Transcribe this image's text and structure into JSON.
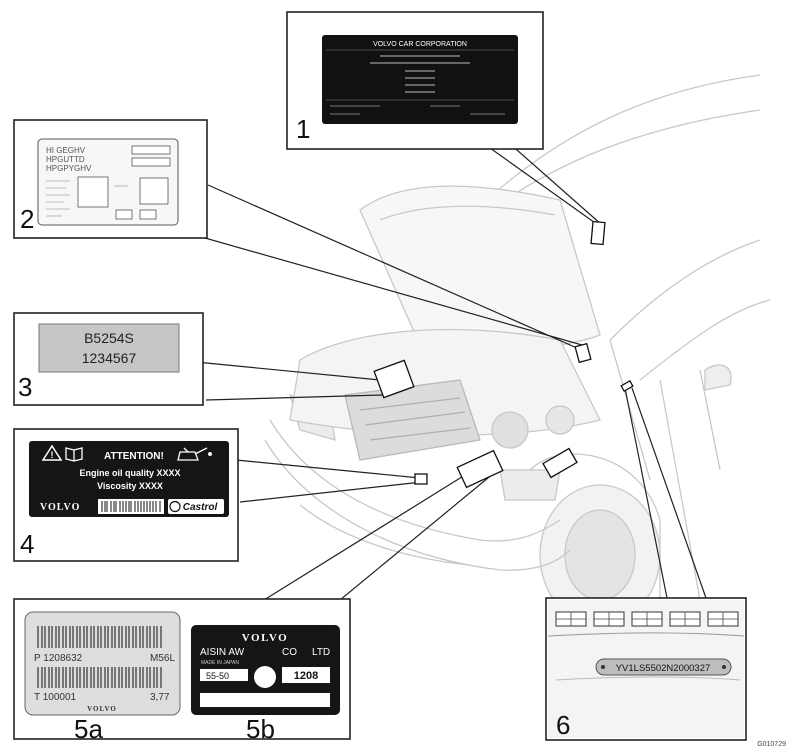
{
  "figure_code": "G010729",
  "callouts": [
    {
      "id": "1",
      "label": "1"
    },
    {
      "id": "2",
      "label": "2"
    },
    {
      "id": "3",
      "label": "3"
    },
    {
      "id": "4",
      "label": "4"
    },
    {
      "id": "5a",
      "label": "5a"
    },
    {
      "id": "5b",
      "label": "5b"
    },
    {
      "id": "6",
      "label": "6"
    }
  ],
  "decal1": {
    "company": "VOLVO CAR CORPORATION"
  },
  "decal2": {
    "lines": [
      "HI GEGHV",
      "HPGUTTD",
      "HPGPYGHV"
    ]
  },
  "decal3": {
    "engine_type": "B5254S",
    "serial": "1234567"
  },
  "decal4": {
    "attention": "ATTENTION!",
    "oil_quality": "Engine oil quality XXXX",
    "viscosity": "Viscosity XXXX",
    "brand": "VOLVO",
    "oil_brand": "Castrol"
  },
  "decal5a": {
    "part_no": "P 1208632",
    "model": "M56L",
    "serial": "T 100001",
    "ratio": "3,77",
    "brand": "VOLVO"
  },
  "decal5b": {
    "brand": "VOLVO",
    "maker_1": "AISIN AW",
    "maker_2": "CO",
    "maker_3": "LTD",
    "made_in": "MADE IN JAPAN",
    "code_left": "55-50",
    "code_right": "1208"
  },
  "decal6": {
    "vin": "YV1LS5502N2000327"
  }
}
